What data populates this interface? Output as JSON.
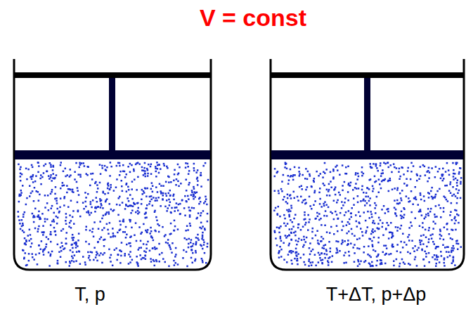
{
  "diagram": {
    "title": "V = const",
    "labels": [
      "T, p",
      "T+ΔT, p+Δp"
    ]
  }
}
